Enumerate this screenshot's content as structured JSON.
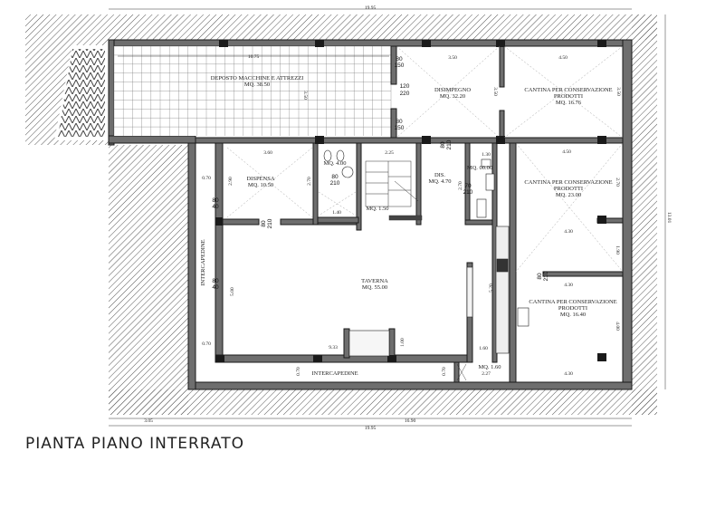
{
  "title": "PIANTA PIANO INTERRATO",
  "colors": {
    "wall": "#6e6e6e",
    "pillar": "#1a1a1a",
    "hatch": "#555555"
  },
  "rooms": [
    {
      "name": "DEPOSTO MACCHINE E ATTREZZI",
      "area": "MQ. 38.50"
    },
    {
      "name": "DISIMPEGNO",
      "area": "MQ. 32.20"
    },
    {
      "name": "CANTINA PER CONSERVAZIONE",
      "name2": "PRODOTTI",
      "area": "MQ. 16.76"
    },
    {
      "name": "DISPENSA",
      "area": "MQ. 10.50"
    },
    {
      "name": "",
      "area": "MQ. 4.00"
    },
    {
      "name": "",
      "area": "MQ. 1.50"
    },
    {
      "name": "DIS.",
      "area": "MQ. 4.70"
    },
    {
      "name": "",
      "area": "MQ. 00.00"
    },
    {
      "name": "CANTINA PER CONSERVAZIONE",
      "name2": "PRODOTTI",
      "area": "MQ. 23.00"
    },
    {
      "name": "TAVERNA",
      "area": "MQ. 55.00"
    },
    {
      "name": "CANTINA PER CONSERVAZIONE",
      "name2": "PRODOTTI",
      "area": "MQ. 16.40"
    },
    {
      "name": "",
      "area": "MQ. 1.60"
    },
    {
      "name": "INTERCAPEDINE",
      "area": ""
    },
    {
      "name": "INTERCAPEDINE",
      "area": ""
    }
  ],
  "dimensions": {
    "top_total": "19.95",
    "right_total": "13.01",
    "bottom_left": "3.05",
    "bottom_mid": "16.90",
    "bottom_total": "19.95",
    "deposito_w": "10.75",
    "deposito_h": "3.50",
    "disimpegno_w": "3.50",
    "disimpegno_h": "3.50",
    "cantina1_w": "4.50",
    "cantina1_h": "3.50",
    "dispensa_w": "3.60",
    "dispensa_h": "2.90",
    "bagno_h": "2.70",
    "doccia_w": "1.40",
    "stairs_w": "2.25",
    "dis_h": "2.70",
    "bath2_w": "1.30",
    "cantina2_w": "4.50",
    "cantina2_h": "2.70",
    "cantina2_w2": "4.30",
    "cantina2_h2": "1.90",
    "cantina3_w": "4.30",
    "cantina3_h": "4.00",
    "cantina3_w2": "4.30",
    "taverna_w": "9.33",
    "taverna_h": "5.00",
    "taverna_step": "1.00",
    "kitchen_h": "5.20",
    "kitchen_w": "1.60",
    "small_w": "2.27",
    "intercap_left": "0.70",
    "intercap_left2": "0.70",
    "intercap_bottom": "0.70",
    "intercap_bottom2": "0.70"
  },
  "doors": [
    {
      "w": "80",
      "h": "150"
    },
    {
      "w": "120",
      "h": "220"
    },
    {
      "w": "80",
      "h": "150"
    },
    {
      "w": "80",
      "h": "210"
    },
    {
      "w": "80",
      "h": "210"
    },
    {
      "w": "80",
      "h": "210"
    },
    {
      "w": "70",
      "h": "210"
    },
    {
      "w": "80",
      "h": "40"
    },
    {
      "w": "80",
      "h": "40"
    },
    {
      "w": "80",
      "h": "210"
    }
  ]
}
